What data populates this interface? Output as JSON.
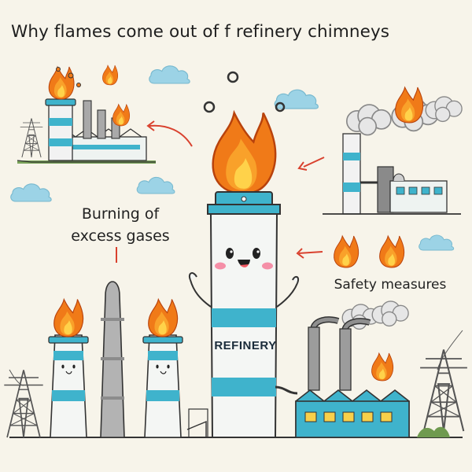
{
  "title": "Why flames come out of f refinery chimneys",
  "labels": {
    "burning_line1": "Burning of",
    "burning_line2": "excess gases",
    "safety": "Safety measures",
    "refinery": "REFINERY"
  },
  "colors": {
    "background": "#f7f4ea",
    "teal": "#3fb3cc",
    "flame_outer": "#f07a18",
    "flame_mid": "#f9a12a",
    "flame_inner": "#ffd24a",
    "arrow": "#d9412e",
    "cloud": "#9cd3e6",
    "smoke": "#e6e6e6",
    "window_yellow": "#f8d04a"
  },
  "icons": [
    "flame-icon",
    "cloud-icon",
    "arrow-icon",
    "chimney-icon",
    "power-tower-icon",
    "factory-icon"
  ]
}
